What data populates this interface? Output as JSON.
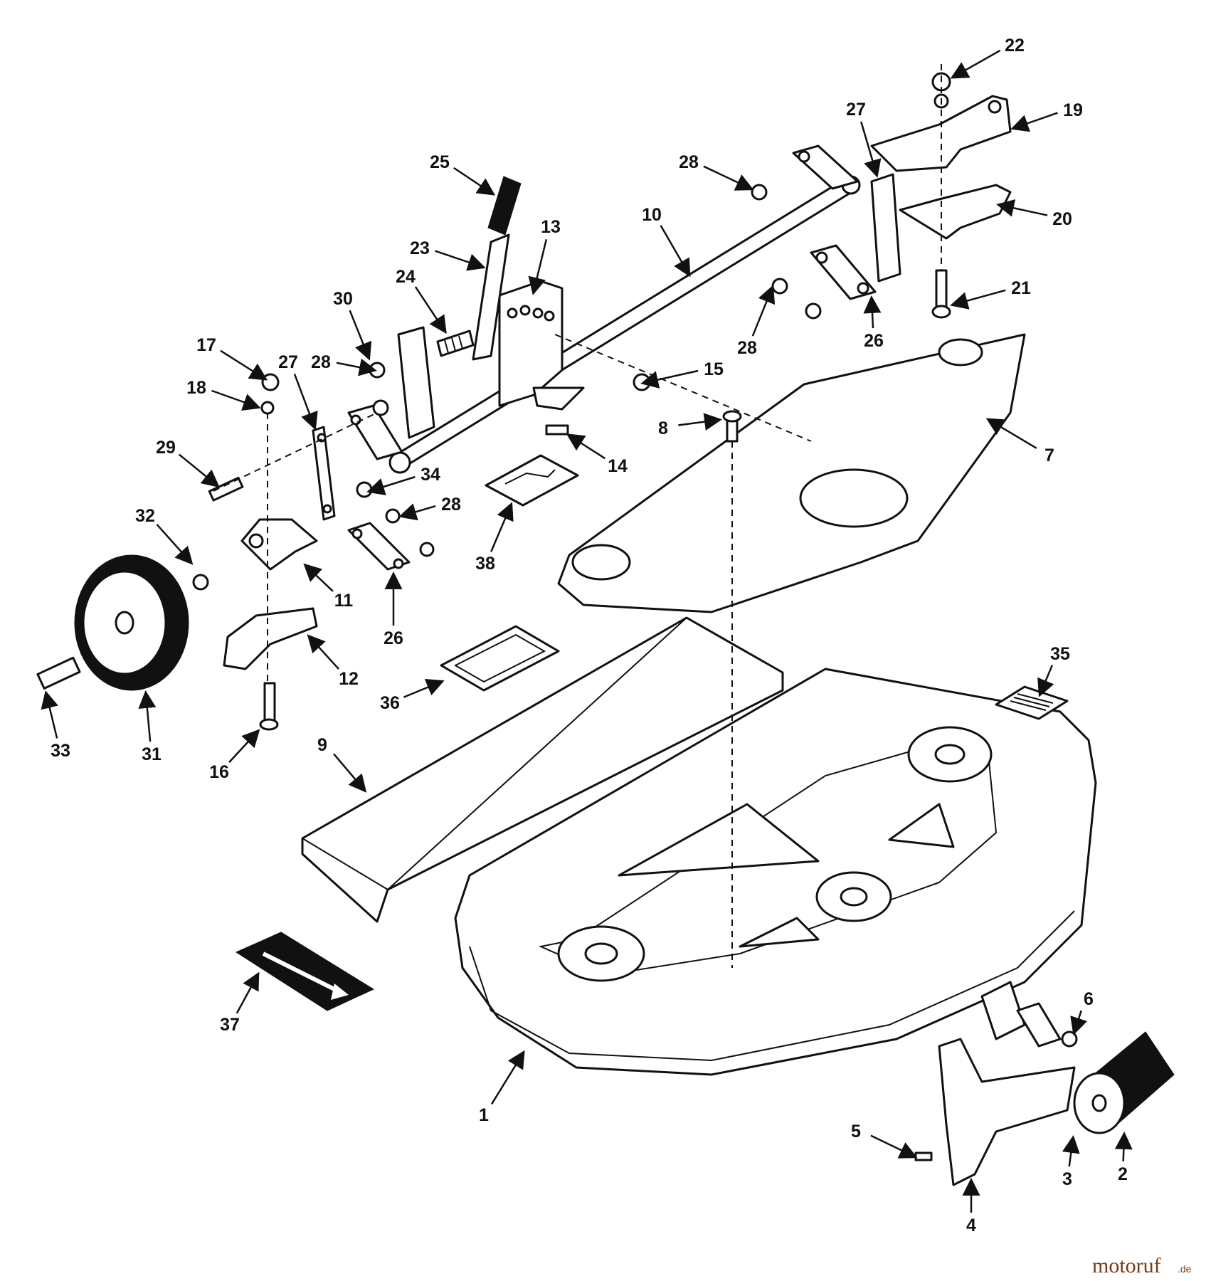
{
  "diagram": {
    "callouts": [
      "1",
      "2",
      "3",
      "4",
      "5",
      "6",
      "7",
      "8",
      "9",
      "10",
      "11",
      "12",
      "13",
      "14",
      "15",
      "16",
      "17",
      "18",
      "19",
      "20",
      "21",
      "22",
      "23",
      "24",
      "25",
      "26",
      "26",
      "27",
      "27",
      "28",
      "28",
      "28",
      "28",
      "29",
      "30",
      "31",
      "32",
      "33",
      "34",
      "35",
      "36",
      "37",
      "38"
    ]
  },
  "watermark": {
    "brand": "motoruf",
    "suffix": ".de"
  },
  "colors": {
    "line": "#111111",
    "background": "#ffffff",
    "brand": "#7a3a14"
  }
}
